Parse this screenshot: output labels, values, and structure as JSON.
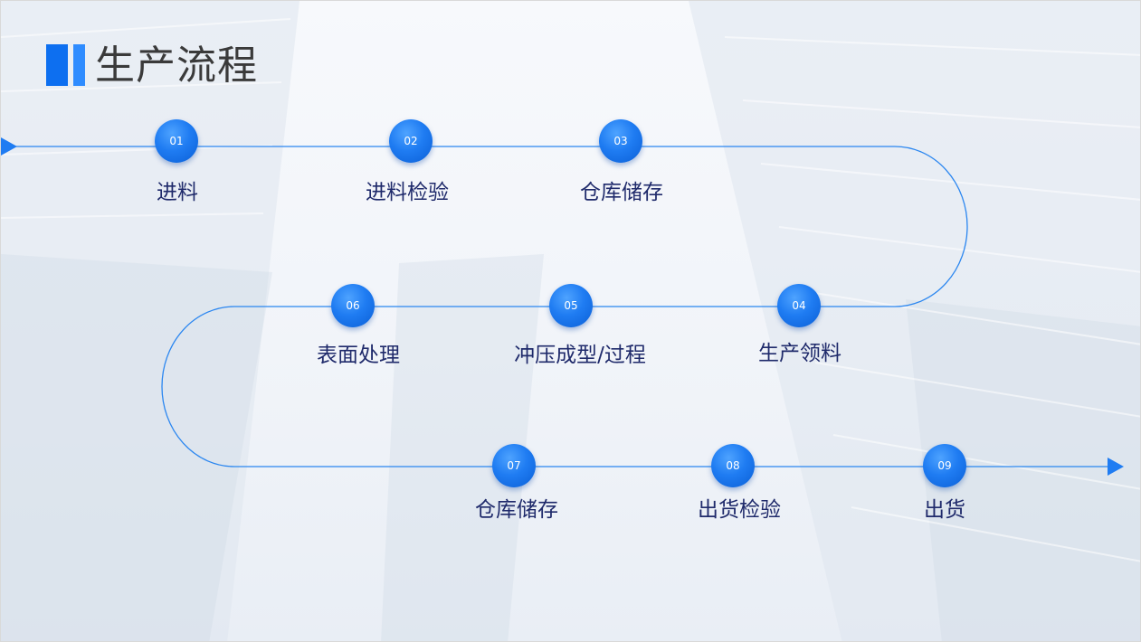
{
  "title": "生产流程",
  "steps": [
    {
      "number": "01",
      "label": "进料"
    },
    {
      "number": "02",
      "label": "进料检验"
    },
    {
      "number": "03",
      "label": "仓库储存"
    },
    {
      "number": "04",
      "label": "生产领料"
    },
    {
      "number": "05",
      "label": "冲压成型/过程"
    },
    {
      "number": "06",
      "label": "表面处理"
    },
    {
      "number": "07",
      "label": "仓库储存"
    },
    {
      "number": "08",
      "label": "出货检验"
    },
    {
      "number": "09",
      "label": "出货"
    }
  ],
  "colors": {
    "accent": "#0d6ff0",
    "node": "#1f7cf2",
    "line": "#2a86f0",
    "label": "#1f2a6b",
    "title": "#3a3a3a"
  }
}
